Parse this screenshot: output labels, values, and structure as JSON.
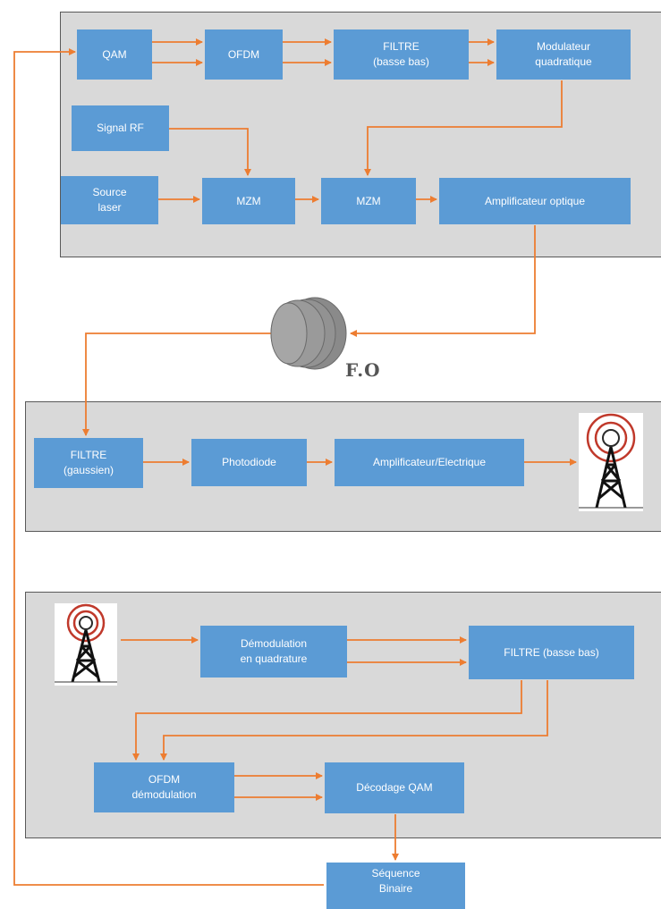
{
  "colors": {
    "box": "#5b9bd5",
    "wire": "#ed7d31",
    "panel": "#d9d9d9",
    "fiber": "#8a8a8a",
    "tower_ring": "#c0392b"
  },
  "transmitter": {
    "qam": "QAM",
    "ofdm": "OFDM",
    "filtre": "FILTRE\n(basse bas)",
    "modulateur": "Modulateur\nquadratique",
    "signal_rf": "Signal RF",
    "source_laser": "Source\nlaser",
    "mzm1": "MZM",
    "mzm2": "MZM",
    "amplificateur": "Amplificateur optique"
  },
  "fiber": {
    "label": "F.O",
    "icon": "fiber-spool-icon"
  },
  "receiver": {
    "filtre": "FILTRE\n(gaussien)",
    "photodiode": "Photodiode",
    "amplificateur": "Amplificateur/Electrique",
    "icon": "antenna-tower-icon"
  },
  "demodulator": {
    "icon": "antenna-tower-icon",
    "demod_quadrature": "Démodulation\nen quadrature",
    "filtre": "FILTRE (basse bas)",
    "ofdm_demod": "OFDM\ndémodulation",
    "decodage": "Décodage QAM"
  },
  "output": {
    "sequence": "Séquence\nBinaire"
  }
}
